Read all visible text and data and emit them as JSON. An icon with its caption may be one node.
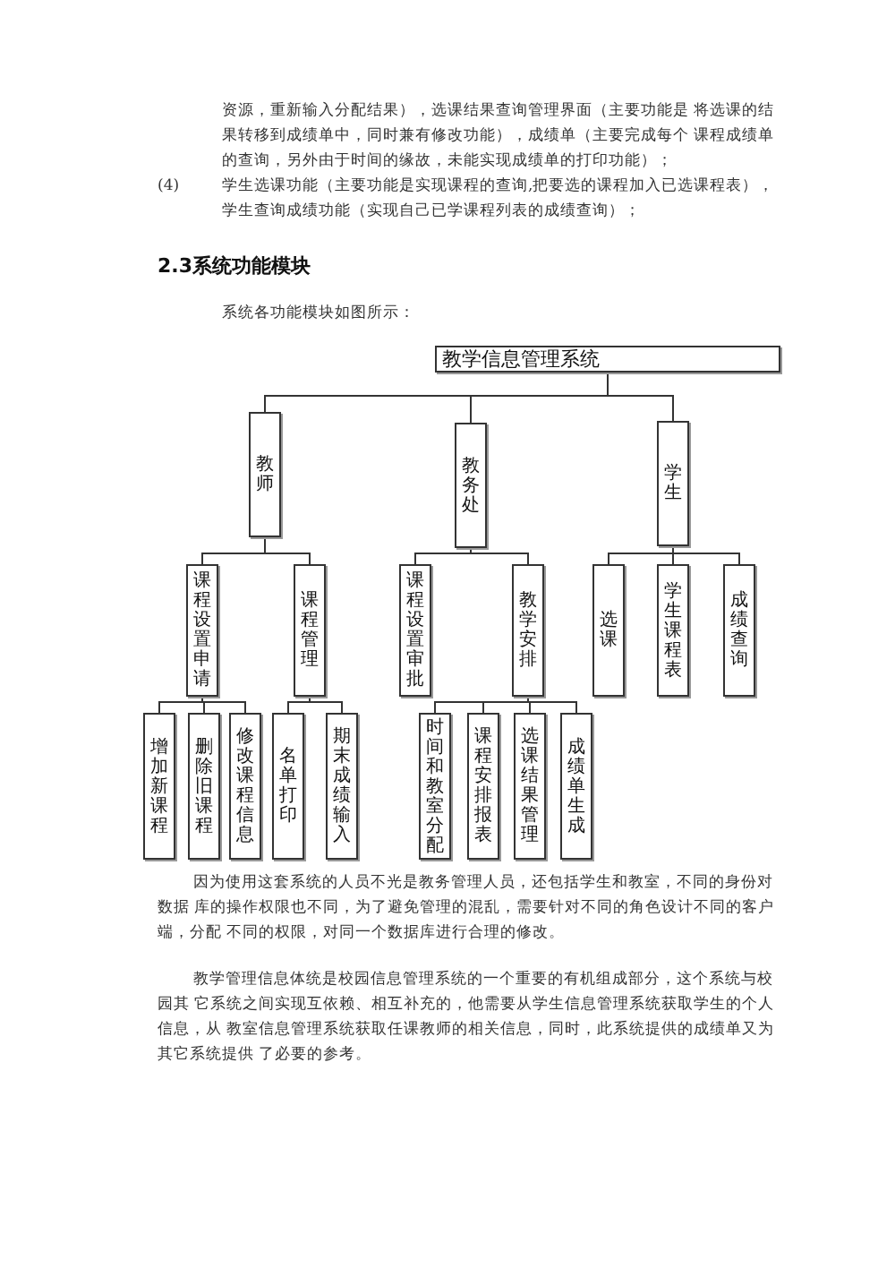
{
  "diagram": {
    "nodes": [
      {
        "text": [
          "教学信息管理系统"
        ]
      },
      {
        "text": [
          "教师"
        ]
      },
      {
        "text": [
          "教务处"
        ]
      },
      {
        "text": [
          "学生"
        ]
      },
      {
        "text": [
          "课程设置申请"
        ]
      },
      {
        "text": [
          "课程管理"
        ]
      },
      {
        "text": [
          "课程设置审批"
        ]
      },
      {
        "text": [
          "教学安排"
        ]
      },
      {
        "text": [
          "选课"
        ]
      },
      {
        "text": [
          "学生课程表"
        ]
      },
      {
        "text": [
          "成绩查询"
        ]
      },
      {
        "text": [
          "增加新课程"
        ]
      },
      {
        "text": [
          "删除旧课程"
        ]
      },
      {
        "text": [
          "修改课程信息"
        ]
      },
      {
        "text": [
          "名单打印"
        ]
      },
      {
        "text": [
          "期末成绩输入"
        ]
      },
      {
        "text": [
          "时间和教室分配"
        ]
      },
      {
        "text": [
          "课程安排报表"
        ]
      },
      {
        "text": [
          "选课结果管理"
        ]
      },
      {
        "text": [
          "成绩单生成"
        ]
      }
    ],
    "edges": [
      {
        "from": 0,
        "to": 1,
        "arrow": "none"
      },
      {
        "from": 0,
        "to": 2,
        "arrow": "none"
      },
      {
        "from": 0,
        "to": 3,
        "arrow": "none"
      },
      {
        "from": 1,
        "to": 4,
        "arrow": "none"
      },
      {
        "from": 1,
        "to": 5,
        "arrow": "none"
      },
      {
        "from": 2,
        "to": 6,
        "arrow": "none"
      },
      {
        "from": 2,
        "to": 7,
        "arrow": "none"
      },
      {
        "from": 3,
        "to": 8,
        "arrow": "none"
      },
      {
        "from": 3,
        "to": 9,
        "arrow": "none"
      },
      {
        "from": 3,
        "to": 10,
        "arrow": "none"
      },
      {
        "from": 4,
        "to": 11,
        "arrow": "none"
      },
      {
        "from": 4,
        "to": 12,
        "arrow": "none"
      },
      {
        "from": 4,
        "to": 13,
        "arrow": "none"
      },
      {
        "from": 5,
        "to": 14,
        "arrow": "none"
      },
      {
        "from": 5,
        "to": 15,
        "arrow": "none"
      },
      {
        "from": 7,
        "to": 16,
        "arrow": "none"
      },
      {
        "from": 7,
        "to": 17,
        "arrow": "none"
      },
      {
        "from": 7,
        "to": 18,
        "arrow": "none"
      },
      {
        "from": 7,
        "to": 19,
        "arrow": "none"
      }
    ],
    "labels": [
      "资源，重新输入分配结果），选课结果查询管理界面（主要功能是 将选课的结果转移到成绩单中，同时兼有修改功能），成绩单（主要完成每个 课程成绩单的查询，另外由于时间的缘故，未能实现成绩单的打印功能）；",
      "(4)",
      "学生选课功能（主要功能是实现课程的查询,把要选的课程加入已选课程表），学生查询成绩功能（实现自己已学课程列表的成绩查询）；",
      "2.3系统功能模块",
      "系统各功能模块如图所示：",
      "因为使用这套系统的人员不光是教务管理人员，还包括学生和教室，不同的身份对数据 库的操作权限也不同，为了避免管理的混乱，需要针对不同的角色设计不同的客户端，分配 不同的权限，对同一个数据库进行合理的修改。",
      "教学管理信息体统是校园信息管理系统的一个重要的有机组成部分，这个系统与校园其 它系统之间实现互依赖、相互补充的，他需要从学生信息管理系统获取学生的个人信息，从 教室信息管理系统获取任课教师的相关信息，同时，此系统提供的成绩单又为其它系统提供 了必要的参考。"
    ]
  }
}
